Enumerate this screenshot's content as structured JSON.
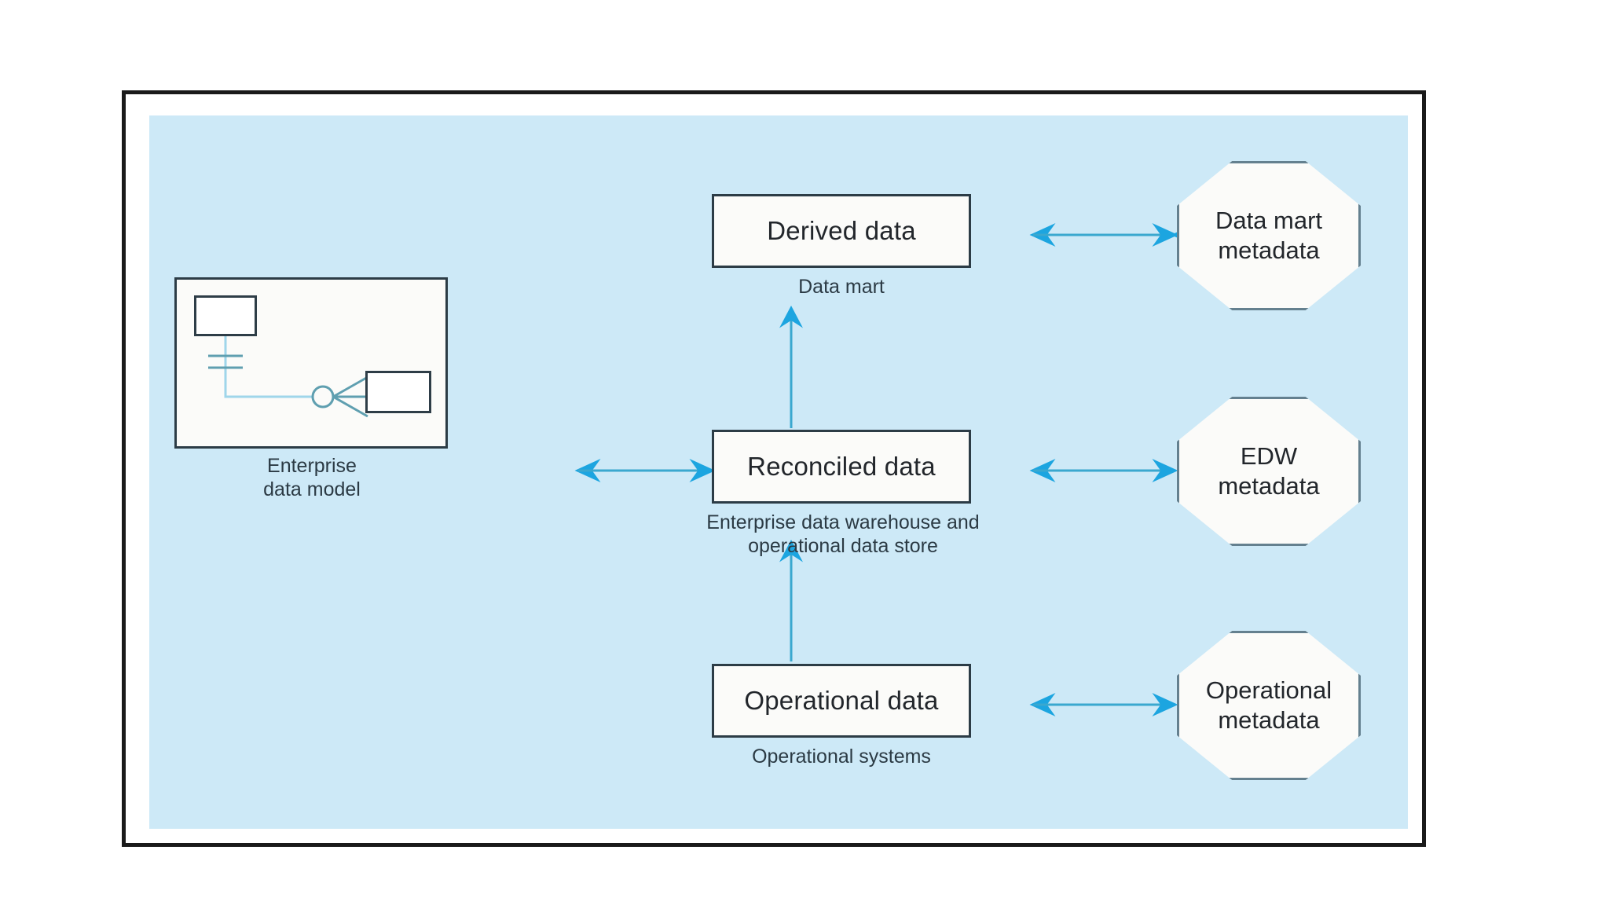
{
  "figure": {
    "type": "three-layer-data-warehouse-architecture",
    "panel_color": "#cde9f7",
    "frame_color": "#1a1a1a",
    "arrow_color": "#29abe2",
    "box_border_color": "#2c3c46",
    "octagon_border_color": "#64808f"
  },
  "nodes": {
    "enterprise_data_model": {
      "caption": "Enterprise\ndata model",
      "shape": "box-with-er-diagram",
      "er": {
        "entity_one": "",
        "entity_two": "",
        "relationship_notation": "one-to-many optional (crow's foot)"
      }
    },
    "derived_data": {
      "label": "Derived data",
      "caption": "Data mart",
      "shape": "rectangle"
    },
    "reconciled_data": {
      "label": "Reconciled data",
      "caption": "Enterprise data warehouse and\noperational data store",
      "shape": "rectangle"
    },
    "operational_data": {
      "label": "Operational data",
      "caption": "Operational systems",
      "shape": "rectangle"
    },
    "data_mart_metadata": {
      "label": "Data mart\nmetadata",
      "shape": "octagon"
    },
    "edw_metadata": {
      "label": "EDW\nmetadata",
      "shape": "octagon"
    },
    "operational_metadata": {
      "label": "Operational\nmetadata",
      "shape": "octagon"
    }
  },
  "connectors": [
    {
      "id": "derived-to-datamart-metadata",
      "from": "derived_data",
      "to": "data_mart_metadata",
      "direction": "bidirectional",
      "orientation": "horizontal"
    },
    {
      "id": "reconciled-to-edw-metadata",
      "from": "reconciled_data",
      "to": "edw_metadata",
      "direction": "bidirectional",
      "orientation": "horizontal"
    },
    {
      "id": "operational-to-op-metadata",
      "from": "operational_data",
      "to": "operational_metadata",
      "direction": "bidirectional",
      "orientation": "horizontal"
    },
    {
      "id": "edm-to-reconciled",
      "from": "enterprise_data_model",
      "to": "reconciled_data",
      "direction": "bidirectional",
      "orientation": "horizontal"
    },
    {
      "id": "reconciled-to-derived",
      "from": "reconciled_data",
      "to": "derived_data",
      "direction": "up",
      "orientation": "vertical"
    },
    {
      "id": "operational-to-reconciled",
      "from": "operational_data",
      "to": "reconciled_data",
      "direction": "up",
      "orientation": "vertical"
    }
  ]
}
